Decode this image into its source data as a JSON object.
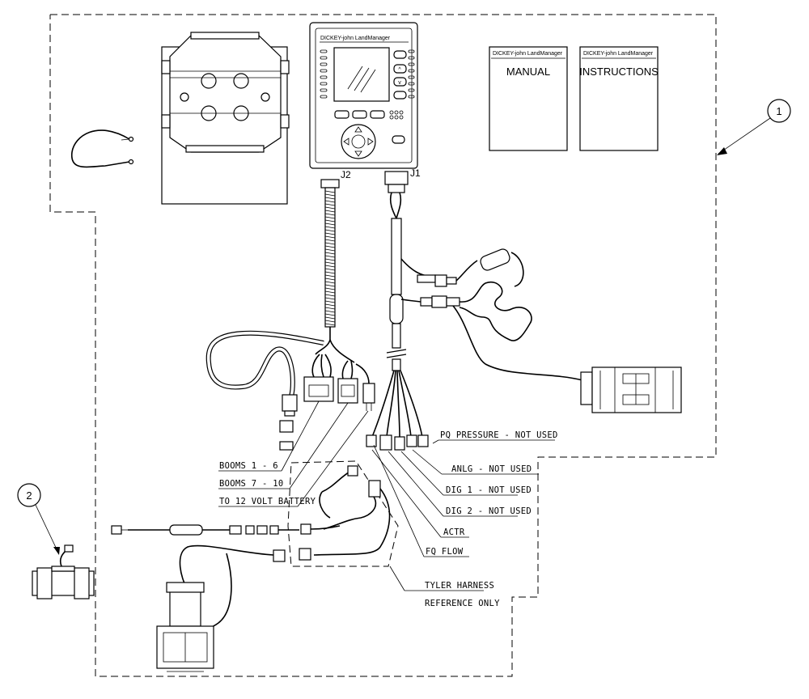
{
  "console": {
    "brand_line": "DICKEY-john LandManager",
    "connector_j1": "J1",
    "connector_j2": "J2"
  },
  "books": [
    {
      "header": "DICKEY-john LandManager",
      "title": "MANUAL"
    },
    {
      "header": "DICKEY-john LandManager",
      "title": "INSTRUCTIONS"
    }
  ],
  "balloons": [
    "1",
    "2"
  ],
  "callouts": {
    "pq_pressure": "PQ PRESSURE - NOT USED",
    "anlg": "ANLG - NOT USED",
    "dig1": "DIG 1 - NOT USED",
    "dig2": "DIG 2 - NOT USED",
    "actr": "ACTR",
    "fq_flow": "FQ FLOW",
    "booms_1_6": "BOOMS 1 - 6",
    "booms_7_10": "BOOMS 7 - 10",
    "battery": "TO 12 VOLT BATTERY",
    "tyler_1": "TYLER HARNESS",
    "tyler_2": "REFERENCE ONLY"
  }
}
